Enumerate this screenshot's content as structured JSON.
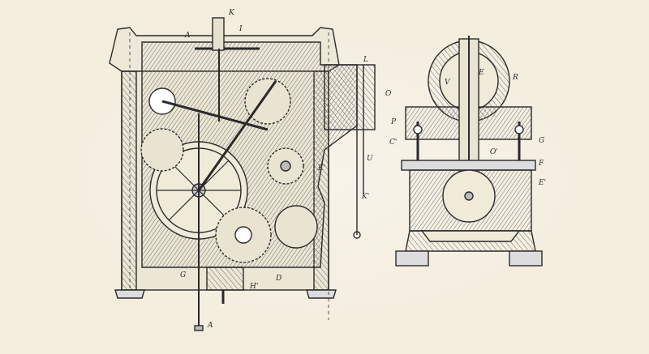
{
  "figures": {
    "left": {
      "name": "clock-mechanism-elevation",
      "labels": {
        "K": "K",
        "I": "I",
        "A_top": "A",
        "L": "L",
        "O": "O",
        "U": "U",
        "K2": "K'",
        "E2": "E'",
        "G": "G",
        "D": "D",
        "H2": "H'",
        "A_bottom": "A"
      }
    },
    "right": {
      "name": "clock-mechanism-section",
      "labels": {
        "E": "E",
        "V": "V",
        "R": "R",
        "P": "P",
        "C": "C'",
        "G": "G",
        "O2": "O'",
        "F": "F",
        "E2": "E'"
      }
    }
  },
  "colors": {
    "paper": "#f3eddd",
    "ink": "#2a2a2a",
    "hatch": "#8a8a8a"
  }
}
